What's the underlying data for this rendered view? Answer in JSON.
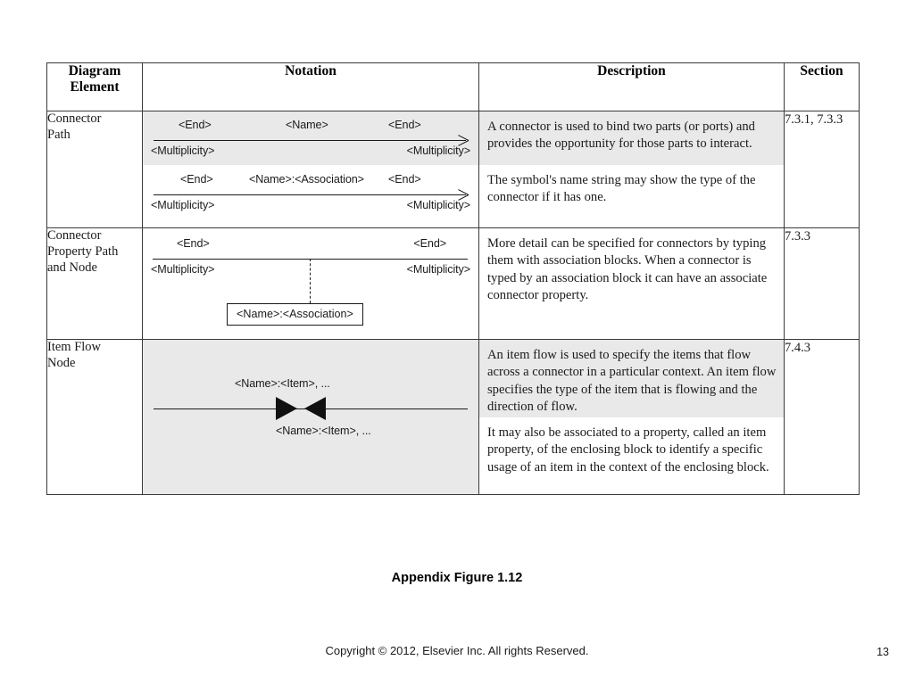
{
  "table": {
    "headers": {
      "element": "Diagram Element",
      "element_line1": "Diagram",
      "element_line2": "Element",
      "notation": "Notation",
      "description": "Description",
      "section": "Section"
    },
    "rows": [
      {
        "element": "Connector Path",
        "element_line1": "Connector",
        "element_line2": "Path",
        "section": "7.3.1, 7.3.3",
        "descriptions": [
          "A connector is used to bind two parts (or ports) and provides the opportunity for those parts to interact.",
          "The symbol's name string may show the type of the connector if it has one."
        ],
        "notation": {
          "type": "connector-path",
          "variant_a": {
            "end_left": "<End>",
            "name": "<Name>",
            "end_right": "<End>",
            "multiplicity_left": "<Multiplicity>",
            "multiplicity_right": "<Multiplicity>"
          },
          "variant_b": {
            "end_left": "<End>",
            "name": "<Name>:<Association>",
            "end_right": "<End>",
            "multiplicity_left": "<Multiplicity>",
            "multiplicity_right": "<Multiplicity>"
          }
        }
      },
      {
        "element": "Connector Property Path and Node",
        "element_line1": "Connector",
        "element_line2": "Property Path",
        "element_line3": "and Node",
        "section": "7.3.3",
        "descriptions": [
          "More detail can be specified for connectors by typing them with association blocks. When a connector is typed by an association block it can have an associate connector property."
        ],
        "notation": {
          "type": "connector-property-path",
          "end_left": "<End>",
          "end_right": "<End>",
          "multiplicity_left": "<Multiplicity>",
          "multiplicity_right": "<Multiplicity>",
          "association_node": "<Name>:<Association>"
        }
      },
      {
        "element": "Item Flow Node",
        "element_line1": "Item Flow",
        "element_line2": "Node",
        "section": "7.4.3",
        "descriptions": [
          "An item flow is used to specify the items that flow across a connector in a particular context. An item flow specifies the type of the item that is flowing and the direction of flow.",
          "It may also be associated to a property, called an item property, of the enclosing block to identify a specific usage of an item in the context of the enclosing block."
        ],
        "notation": {
          "type": "item-flow-node",
          "label_above": "<Name>:<Item>, ...",
          "label_below": "<Name>:<Item>, ..."
        }
      }
    ]
  },
  "figure_caption": "Appendix Figure 1.12",
  "footer": {
    "copyright": "Copyright © 2012, Elsevier Inc. All rights Reserved.",
    "page_number": "13"
  },
  "colors": {
    "shade": "#e9e9e9",
    "border": "#3a3a3a",
    "text": "#1a1a1a"
  }
}
